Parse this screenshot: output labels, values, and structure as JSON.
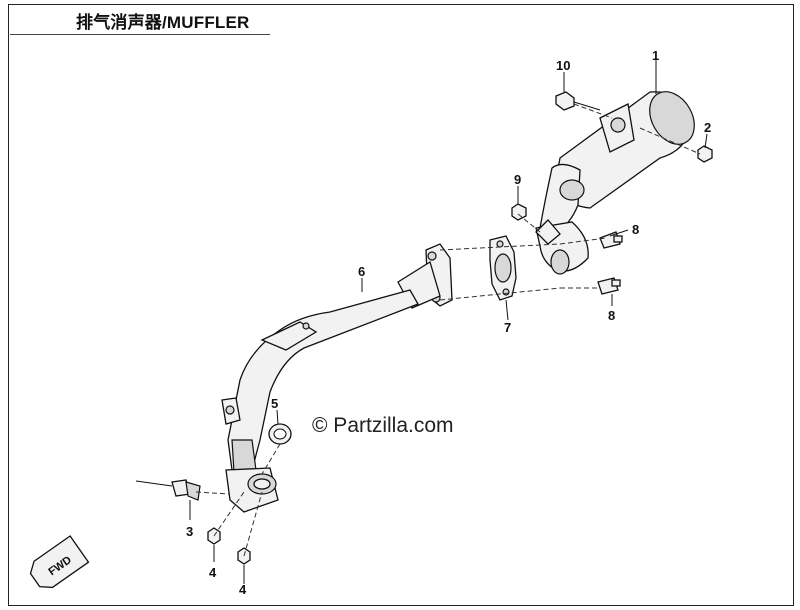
{
  "title": "排气消声器/MUFFLER",
  "watermark": "© Partzilla.com",
  "fwd_marker": "FWD",
  "callouts": {
    "c1": "1",
    "c2": "2",
    "c3": "3",
    "c4a": "4",
    "c4b": "4",
    "c5": "5",
    "c6": "6",
    "c7": "7",
    "c8a": "8",
    "c8b": "8",
    "c9": "9",
    "c10": "10"
  }
}
